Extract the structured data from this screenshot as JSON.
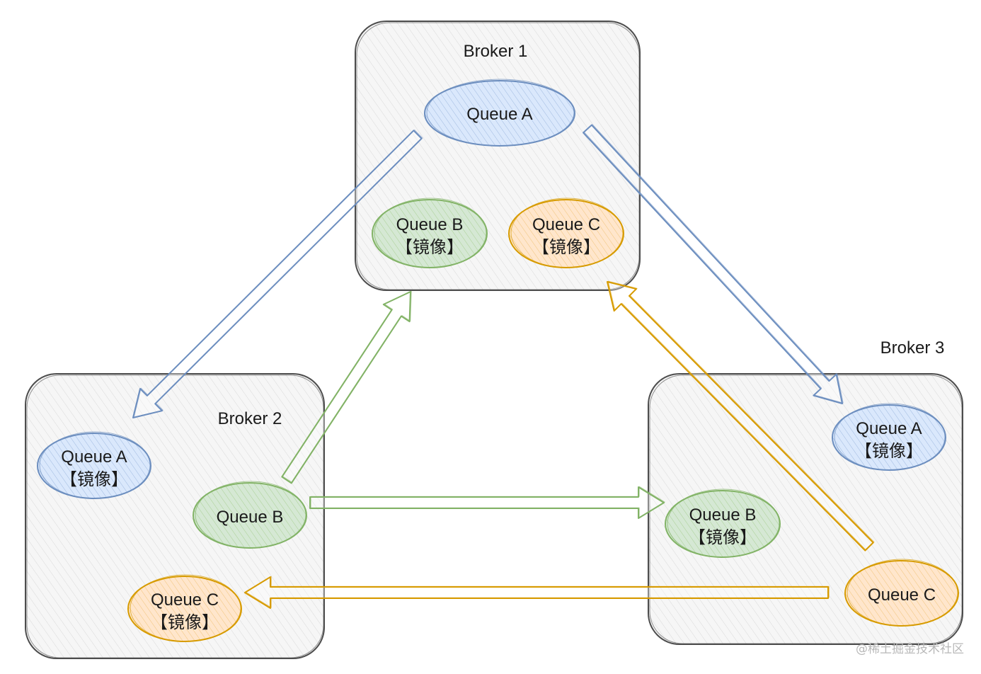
{
  "brokers": [
    {
      "id": "b1",
      "label": "Broker 1"
    },
    {
      "id": "b2",
      "label": "Broker 2"
    },
    {
      "id": "b3",
      "label": "Broker 3"
    }
  ],
  "queues": {
    "b1_a": {
      "line1": "Queue A",
      "line2": ""
    },
    "b1_b": {
      "line1": "Queue B",
      "line2": "【镜像】"
    },
    "b1_c": {
      "line1": "Queue C",
      "line2": "【镜像】"
    },
    "b2_a": {
      "line1": "Queue A",
      "line2": "【镜像】"
    },
    "b2_b": {
      "line1": "Queue B",
      "line2": ""
    },
    "b2_c": {
      "line1": "Queue C",
      "line2": "【镜像】"
    },
    "b3_a": {
      "line1": "Queue A",
      "line2": "【镜像】"
    },
    "b3_b": {
      "line1": "Queue B",
      "line2": "【镜像】"
    },
    "b3_c": {
      "line1": "Queue C",
      "line2": ""
    }
  },
  "colors": {
    "queue_a": "#6c8ebf",
    "queue_a_fill": "#dae8fc",
    "queue_b": "#82b366",
    "queue_b_fill": "#d5e8d4",
    "queue_c": "#d79b00",
    "queue_c_fill": "#ffe6cc",
    "broker_border": "#4d4d4d",
    "broker_fill": "#f5f5f5"
  },
  "edges": [
    {
      "from": "b1_a",
      "to": "b2_a",
      "color": "queue_a"
    },
    {
      "from": "b1_a",
      "to": "b3_a",
      "color": "queue_a"
    },
    {
      "from": "b2_b",
      "to": "b1_b",
      "color": "queue_b"
    },
    {
      "from": "b2_b",
      "to": "b3_b",
      "color": "queue_b"
    },
    {
      "from": "b3_c",
      "to": "b1_c",
      "color": "queue_c"
    },
    {
      "from": "b3_c",
      "to": "b2_c",
      "color": "queue_c"
    }
  ],
  "watermark": "@稀土掘金技术社区"
}
